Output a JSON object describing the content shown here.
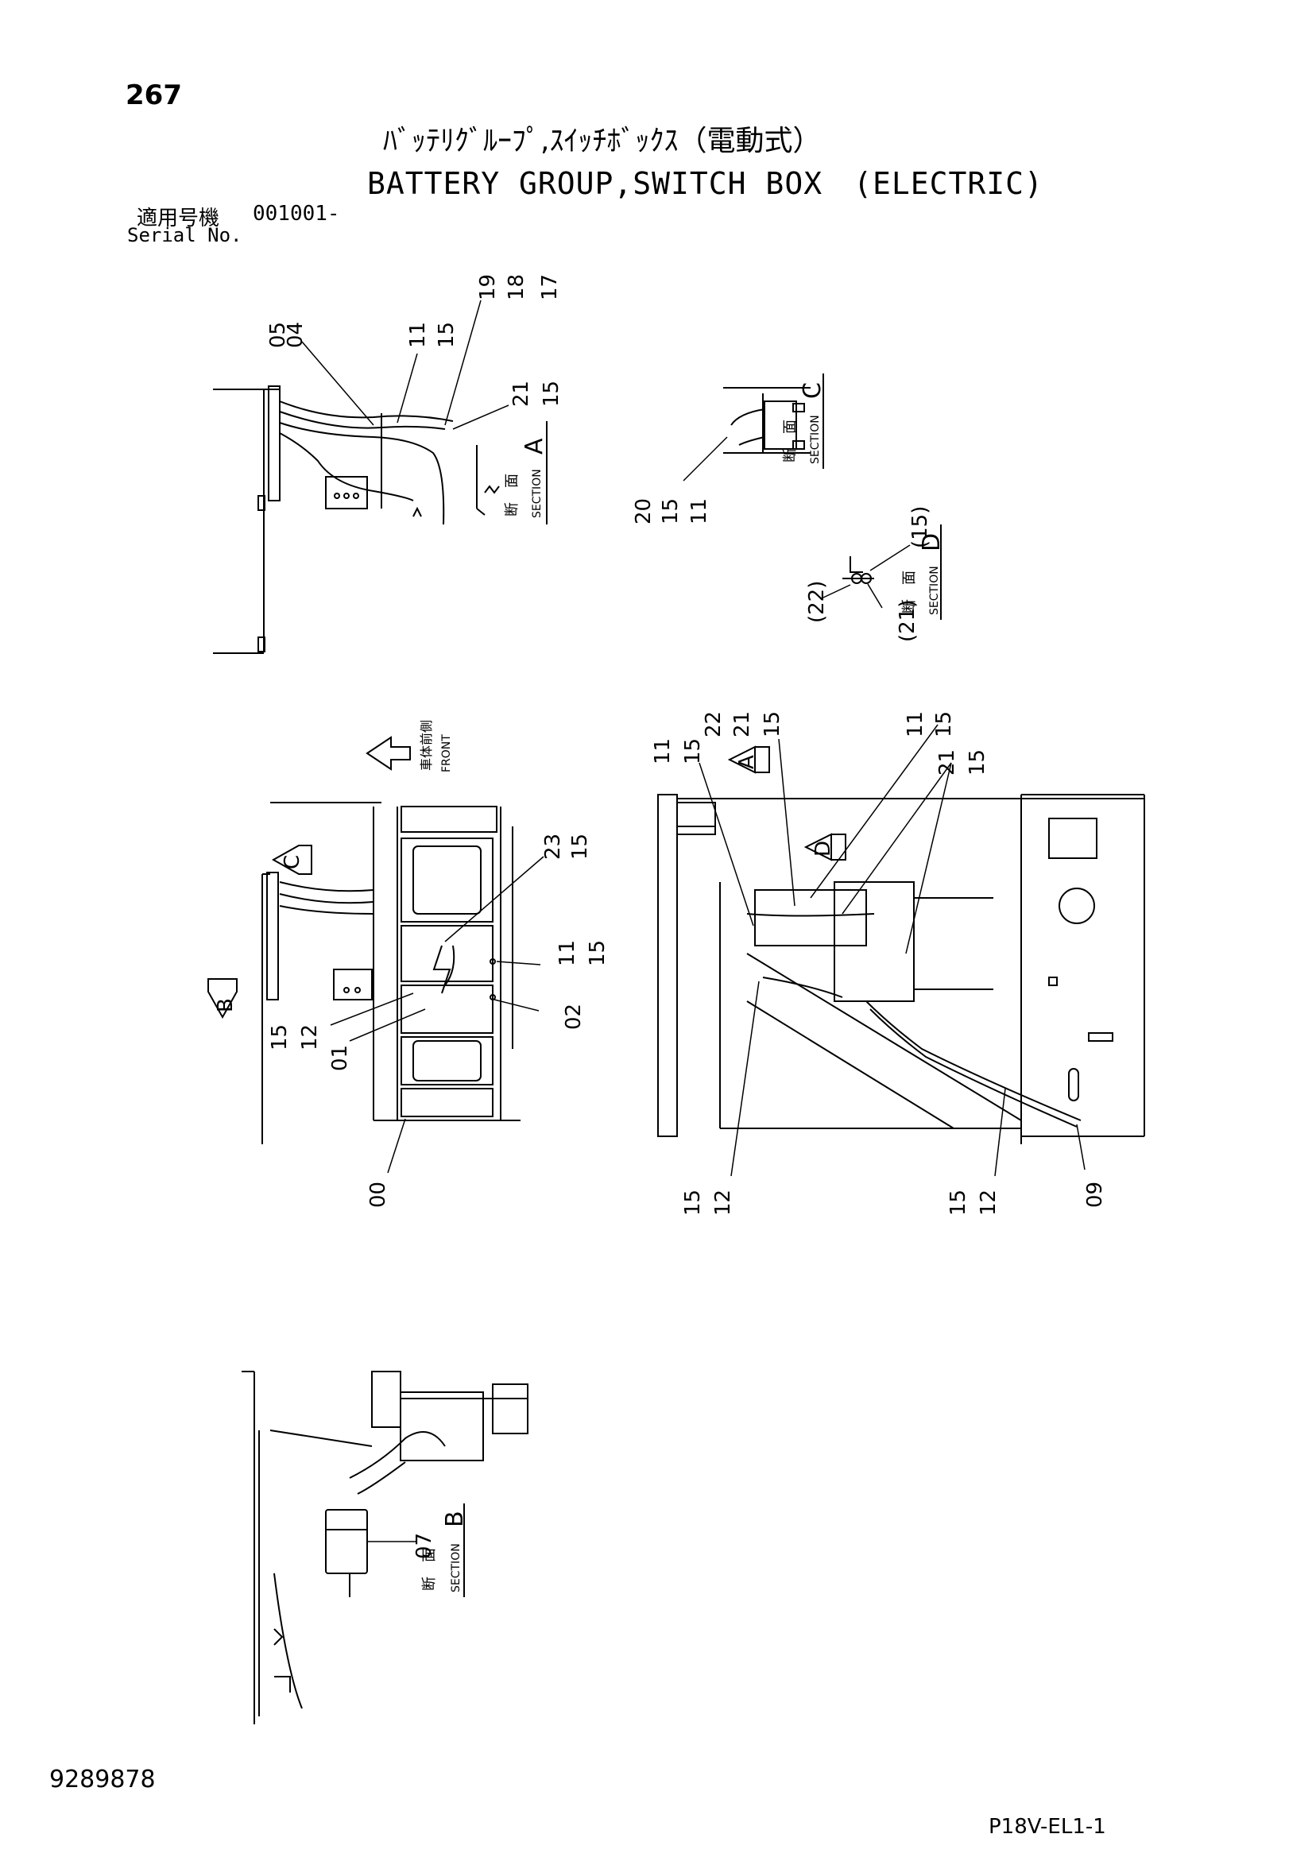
{
  "header": {
    "page_number": "267",
    "title_jp": "ﾊﾞｯﾃﾘｸﾞﾙｰﾌﾟ,ｽｲｯﾁﾎﾞｯｸｽ（電動式）",
    "title_en": "BATTERY GROUP,SWITCH BOX　(ELECTRIC)",
    "serial_label_jp": "適用号機",
    "serial_value": "001001-",
    "serial_label_en": "Serial No."
  },
  "footer": {
    "doc_number": "9289878",
    "page_code": "P18V-EL1-1"
  },
  "sections": {
    "a": {
      "jp": "断　面",
      "en": "SECTION",
      "letter": "A"
    },
    "b": {
      "jp": "断　面",
      "en": "SECTION",
      "letter": "B"
    },
    "c": {
      "jp": "断　面",
      "en": "SECTION",
      "letter": "C"
    },
    "d": {
      "jp": "断　面",
      "en": "SECTION",
      "letter": "D"
    }
  },
  "front_marker": {
    "jp": "車体前側",
    "en": "FRONT"
  },
  "view_markers": {
    "a": "A",
    "b": "B",
    "c": "C",
    "d": "D"
  },
  "part_labels": {
    "sa_1": "05",
    "sa_2": "04",
    "sa_3": "11",
    "sa_4": "15",
    "sa_5": "19",
    "sa_6": "18",
    "sa_7": "17",
    "sa_8": "21",
    "sa_9": "15",
    "sc_1": "20",
    "sc_2": "15",
    "sc_3": "11",
    "sd_1": "(15)",
    "sd_2": "(22)",
    "sd_3": "(21)",
    "pl_1": "23",
    "pl_2": "15",
    "pl_3": "11",
    "pl_4": "15",
    "pl_5": "02",
    "pl_6": "15",
    "pl_7": "12",
    "pl_8": "01",
    "pl_9": "00",
    "rv_1": "11",
    "rv_2": "15",
    "rv_3": "22",
    "rv_4": "21",
    "rv_5": "15",
    "rv_6": "11",
    "rv_7": "15",
    "rv_8": "21",
    "rv_9": "15",
    "rv_10": "15",
    "rv_11": "12",
    "rv_12": "15",
    "rv_13": "12",
    "rv_14": "09",
    "sb_1": "07"
  }
}
